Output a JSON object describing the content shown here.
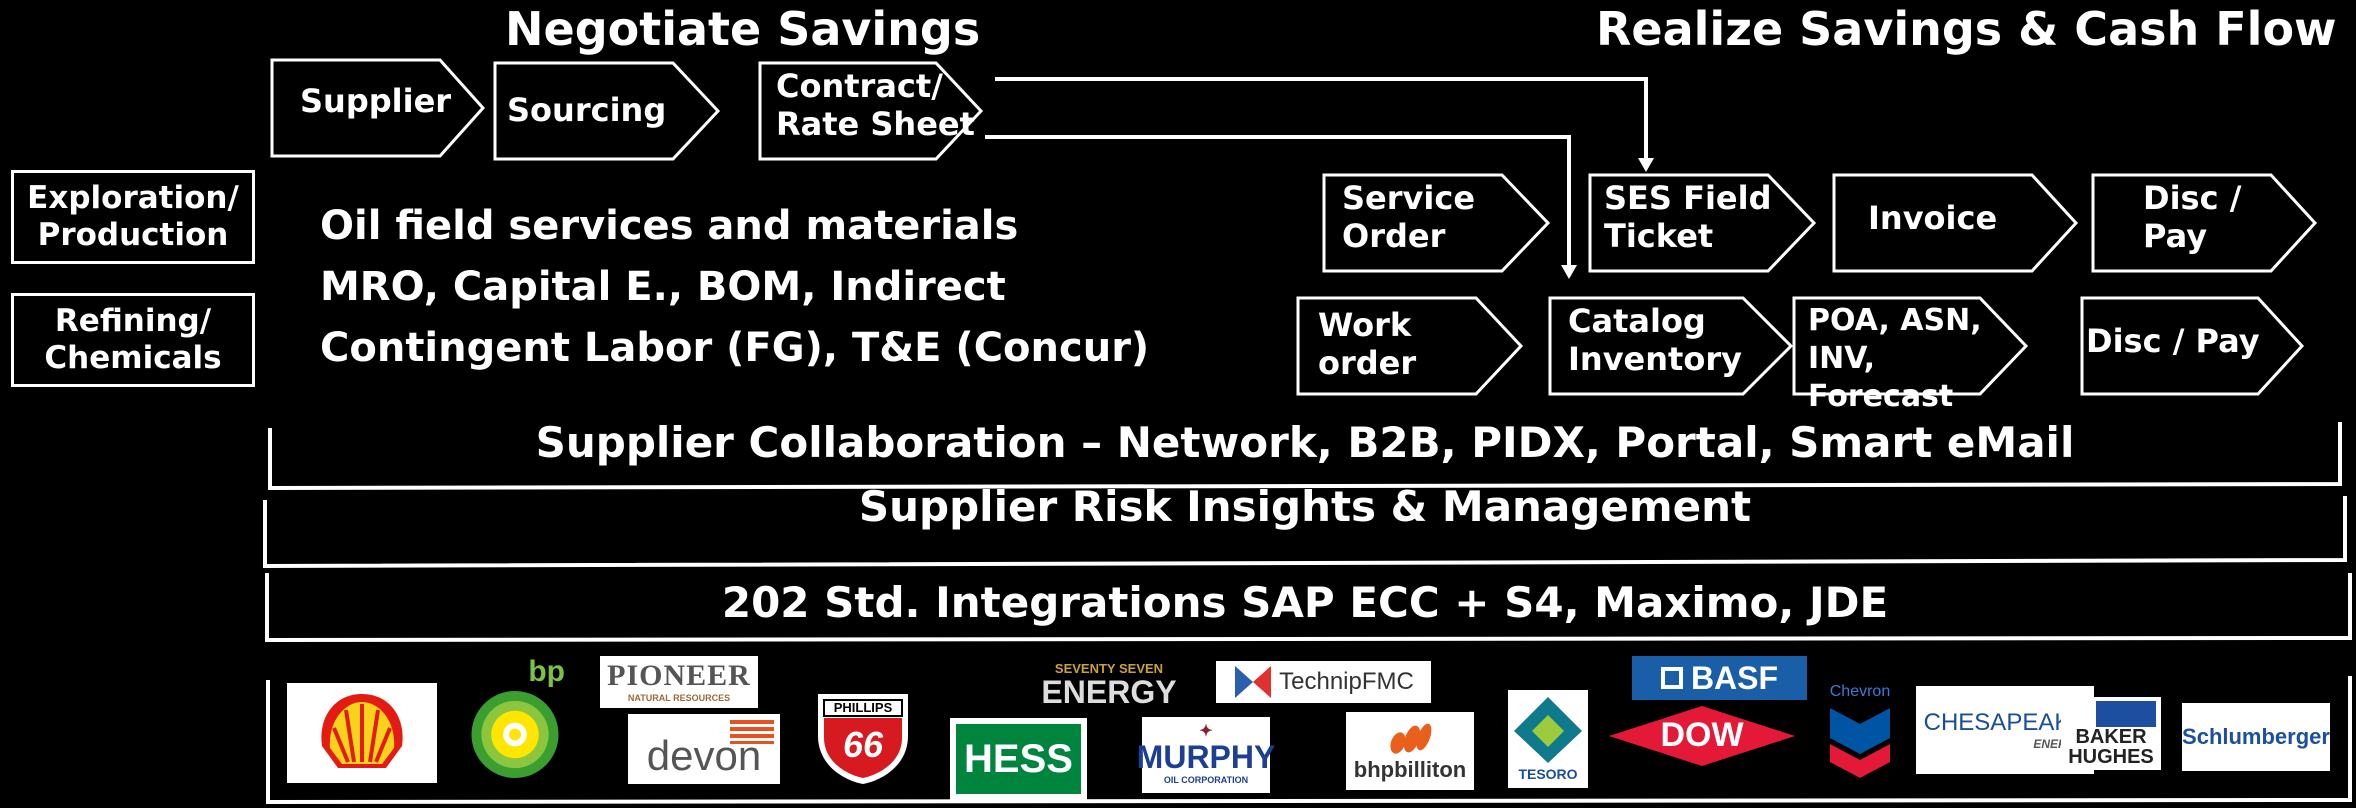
{
  "headers": {
    "negotiate": "Negotiate Savings",
    "realize": "Realize Savings & Cash Flow ↑"
  },
  "sourcing_flow": [
    "Supplier",
    "Sourcing",
    "Contract/\nRate Sheet"
  ],
  "segments": [
    "Exploration/\nProduction",
    "Refining/\nChemicals"
  ],
  "categories": [
    "Oil field services and materials",
    "MRO, Capital E., BOM, Indirect",
    "Contingent Labor (FG), T&E (Concur)"
  ],
  "service_flow": [
    "Service\nOrder",
    "SES Field\nTicket",
    "Invoice",
    "Disc /\nPay"
  ],
  "materials_flow": [
    "Work\norder",
    "Catalog\nInventory",
    "POA, ASN,\nINV, Forecast",
    "Disc / Pay"
  ],
  "bands": [
    "Supplier Collaboration – Network, B2B, PIDX, Portal, Smart eMail",
    "Supplier Risk Insights & Management",
    "202 Std. Integrations SAP ECC + S4, Maximo, JDE"
  ],
  "logos": {
    "bp": "bp",
    "pioneer": "PIONEER",
    "pioneer_sub": "NATURAL RESOURCES",
    "devon": "devon",
    "phillips": "PHILLIPS",
    "phillips_num": "66",
    "hess": "HESS",
    "seventy_seven": "SEVENTY SEVEN",
    "energy": "ENERGY",
    "murphy": "MURPHY",
    "murphy_sub": "OIL CORPORATION",
    "technip": "TechnipFMC",
    "bhp": "bhpbilliton",
    "tesoro": "TESORO",
    "basf": "BASF",
    "dow": "DOW",
    "chevron": "Chevron",
    "chesapeake": "CHESAPEAKE",
    "chesapeake_sub": "ENERGY",
    "baker": "BAKER",
    "hughes": "HUGHES",
    "schlumberger": "Schlumberger"
  },
  "colors": {
    "background": "#000000",
    "stroke": "#ffffff"
  }
}
